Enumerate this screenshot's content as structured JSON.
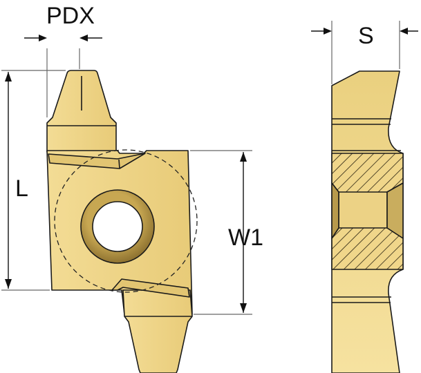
{
  "diagram": {
    "labels": {
      "pdx": "PDX",
      "l": "L",
      "w1": "W1",
      "s": "S"
    },
    "colors": {
      "insert_fill": "#f0d68a",
      "insert_shade": "#c9ad5e",
      "ring": "#a98b3e",
      "outline": "#1a1a1a"
    }
  }
}
